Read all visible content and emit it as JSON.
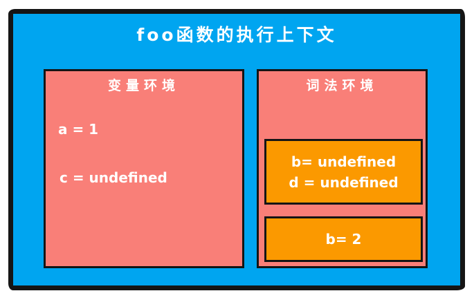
{
  "diagram": {
    "title": "foo函数的执行上下文",
    "variable_env": {
      "title": "变量环境",
      "entries": [
        "a = 1",
        "c = undefined"
      ]
    },
    "lexical_env": {
      "title": "词法环境",
      "blocks": [
        {
          "lines": [
            "b= undefined",
            "d = undefined"
          ]
        },
        {
          "lines": [
            "b= 2"
          ]
        }
      ]
    },
    "colors": {
      "background_blue": "#00A5F0",
      "panel_salmon": "#F97F78",
      "block_orange": "#FB9900",
      "border_black": "#151515",
      "text_white": "#FFFFFF"
    }
  }
}
